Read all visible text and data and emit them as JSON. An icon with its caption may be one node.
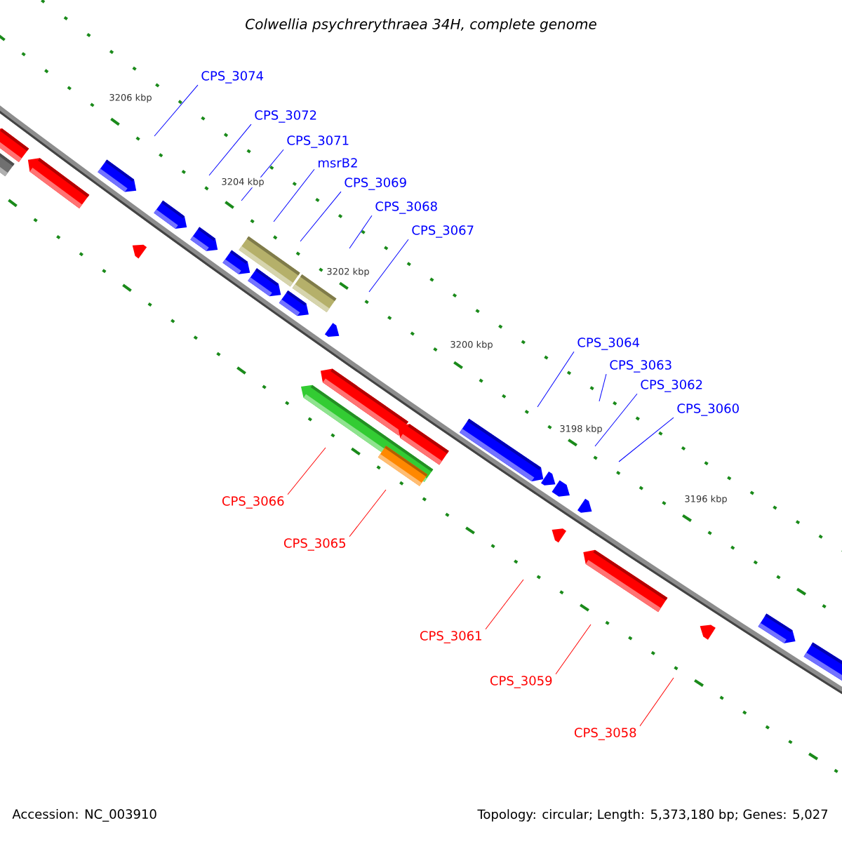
{
  "diagram": {
    "title": "Colwellia psychrerythraea 34H, complete genome",
    "nodes": [
      {
        "text": [
          "CPS_3074"
        ]
      },
      {
        "text": [
          "CPS_3072"
        ]
      },
      {
        "text": [
          "CPS_3071"
        ]
      },
      {
        "text": [
          "msrB2"
        ]
      },
      {
        "text": [
          "CPS_3069"
        ]
      },
      {
        "text": [
          "CPS_3068"
        ]
      },
      {
        "text": [
          "CPS_3067"
        ]
      },
      {
        "text": [
          "CPS_3064"
        ]
      },
      {
        "text": [
          "CPS_3063"
        ]
      },
      {
        "text": [
          "CPS_3062"
        ]
      },
      {
        "text": [
          "CPS_3060"
        ]
      },
      {
        "text": [
          "CPS_3066"
        ]
      },
      {
        "text": [
          "CPS_3065"
        ]
      },
      {
        "text": [
          "CPS_3061"
        ]
      },
      {
        "text": [
          "CPS_3059"
        ]
      },
      {
        "text": [
          "CPS_3058"
        ]
      }
    ],
    "edges": [
      {
        "from": 0,
        "to": null,
        "arrow": "none"
      },
      {
        "from": 1,
        "to": null,
        "arrow": "none"
      },
      {
        "from": 2,
        "to": null,
        "arrow": "none"
      },
      {
        "from": 3,
        "to": null,
        "arrow": "none"
      },
      {
        "from": 4,
        "to": null,
        "arrow": "none"
      },
      {
        "from": 5,
        "to": null,
        "arrow": "none"
      },
      {
        "from": 6,
        "to": null,
        "arrow": "none"
      },
      {
        "from": 7,
        "to": null,
        "arrow": "none"
      },
      {
        "from": 8,
        "to": null,
        "arrow": "none"
      },
      {
        "from": 9,
        "to": null,
        "arrow": "none"
      },
      {
        "from": 10,
        "to": null,
        "arrow": "none"
      },
      {
        "from": 11,
        "to": null,
        "arrow": "none",
        "color": "#ff0000"
      },
      {
        "from": 12,
        "to": null,
        "arrow": "none",
        "color": "#ff0000"
      },
      {
        "from": 13,
        "to": null,
        "arrow": "none",
        "color": "#ff0000"
      },
      {
        "from": 14,
        "to": null,
        "arrow": "none",
        "color": "#ff0000"
      },
      {
        "from": 15,
        "to": null,
        "arrow": "none",
        "color": "#ff0000"
      }
    ],
    "labels": [
      "3206 kbp",
      "3204 kbp",
      "3202 kbp",
      "3200 kbp",
      "3198 kbp",
      "3196 kbp",
      "Accession: NC_003910",
      "Topology: circular; Length: 5,373,180 bp; Genes: 5,027"
    ]
  }
}
